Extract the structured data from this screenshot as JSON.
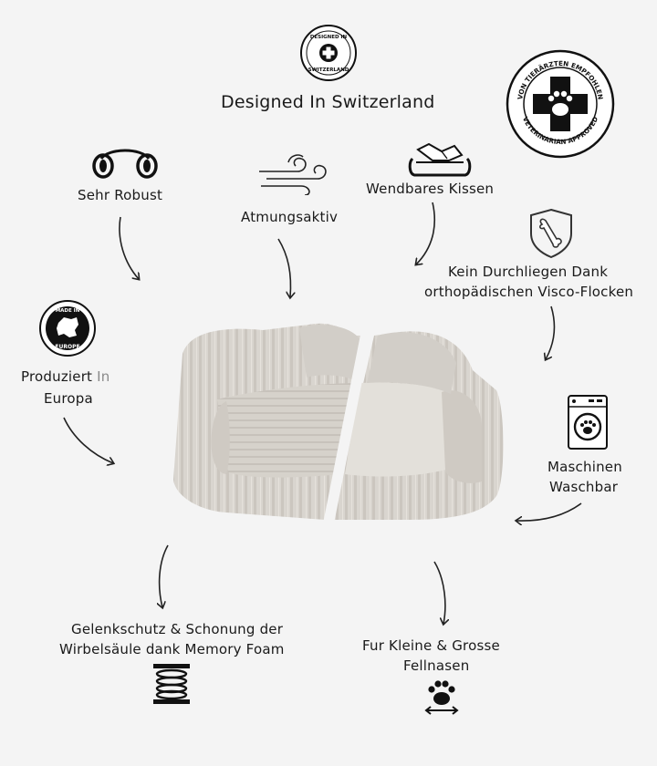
{
  "header": {
    "designed_badge_top": "DESIGNED IN",
    "designed_badge_bottom": "SWITZERLAND",
    "title": "Designed In Switzerland"
  },
  "vet_seal": {
    "top_text": "VON TIERÄRZTEN EMPFOHLEN",
    "bottom_text": "VETERINARIAN APPROVED"
  },
  "features": {
    "robust": "Sehr Robust",
    "breathable": "Atmungsaktiv",
    "reversible": "Wendbares Kissen",
    "no_sag_line1": "Kein Durchliegen Dank",
    "no_sag_line2": "orthopädischen Visco-Flocken",
    "made_in_top": "MADE IN",
    "made_in_bottom": "EUROPE",
    "europe_line1_a": "Produziert ",
    "europe_line1_b": "In",
    "europe_line2": "Europa",
    "washable_line1": "Maschinen",
    "washable_line2": "Waschbar",
    "joint_line1": "Gelenkschutz & Schonung der",
    "joint_line2": "Wirbelsäule dank Memory Foam",
    "size_line1": "Fur Kleine & Grosse",
    "size_line2": "Fellnasen"
  }
}
